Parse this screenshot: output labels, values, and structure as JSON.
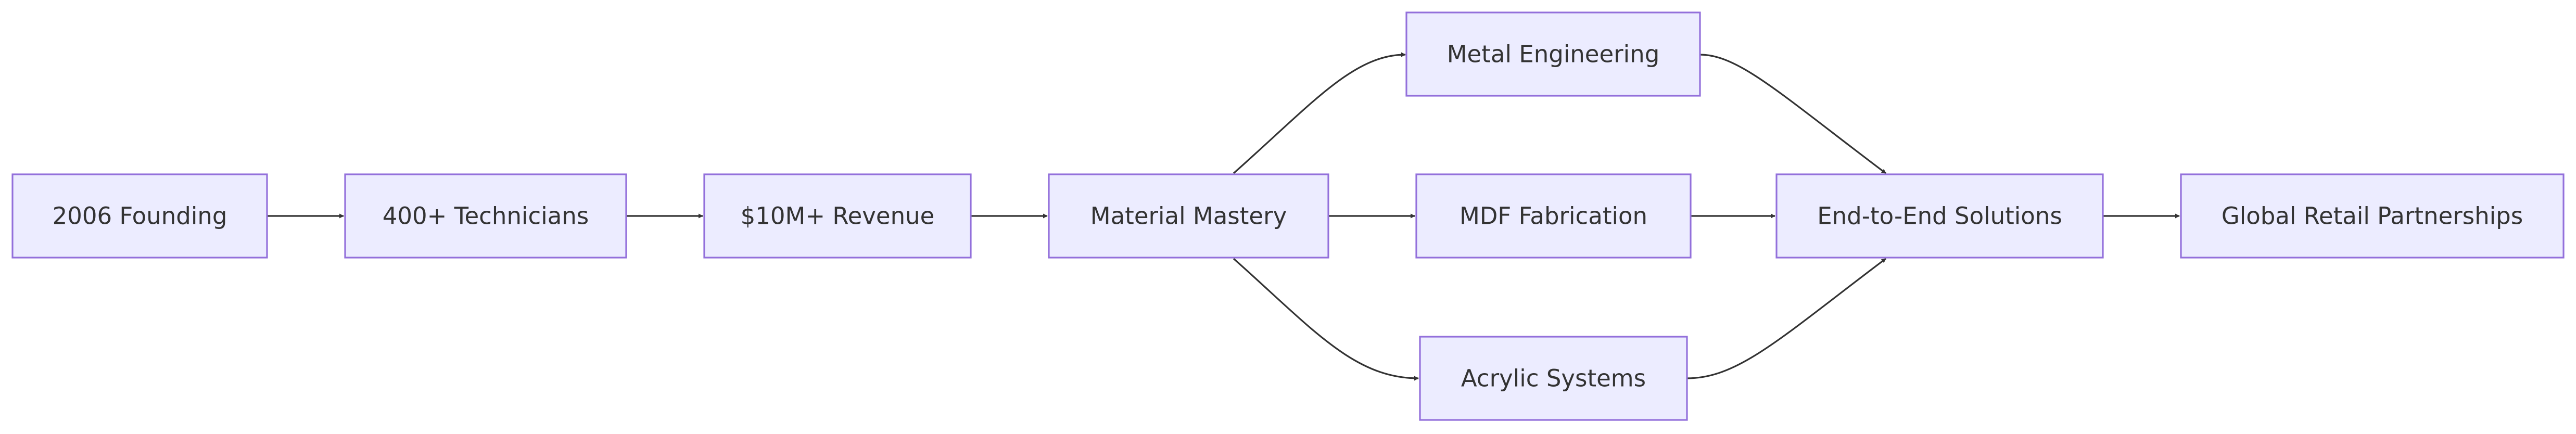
{
  "diagram": {
    "type": "flowchart",
    "direction": "left-to-right",
    "nodes": {
      "founding": "2006 Founding",
      "technicians": "400+ Technicians",
      "revenue": "$10M+ Revenue",
      "material_mastery": "Material Mastery",
      "metal_engineering": "Metal Engineering",
      "mdf_fabrication": "MDF Fabrication",
      "acrylic_systems": "Acrylic Systems",
      "end_to_end": "End-to-End Solutions",
      "global_retail": "Global Retail Partnerships"
    },
    "edges": [
      {
        "from": "founding",
        "to": "technicians"
      },
      {
        "from": "technicians",
        "to": "revenue"
      },
      {
        "from": "revenue",
        "to": "material_mastery"
      },
      {
        "from": "material_mastery",
        "to": "metal_engineering"
      },
      {
        "from": "material_mastery",
        "to": "mdf_fabrication"
      },
      {
        "from": "material_mastery",
        "to": "acrylic_systems"
      },
      {
        "from": "metal_engineering",
        "to": "end_to_end"
      },
      {
        "from": "mdf_fabrication",
        "to": "end_to_end"
      },
      {
        "from": "acrylic_systems",
        "to": "end_to_end"
      },
      {
        "from": "end_to_end",
        "to": "global_retail"
      }
    ],
    "colors": {
      "node_fill": "#ECECFF",
      "node_border": "#9370DB",
      "text": "#333333",
      "edge": "#333333"
    }
  }
}
